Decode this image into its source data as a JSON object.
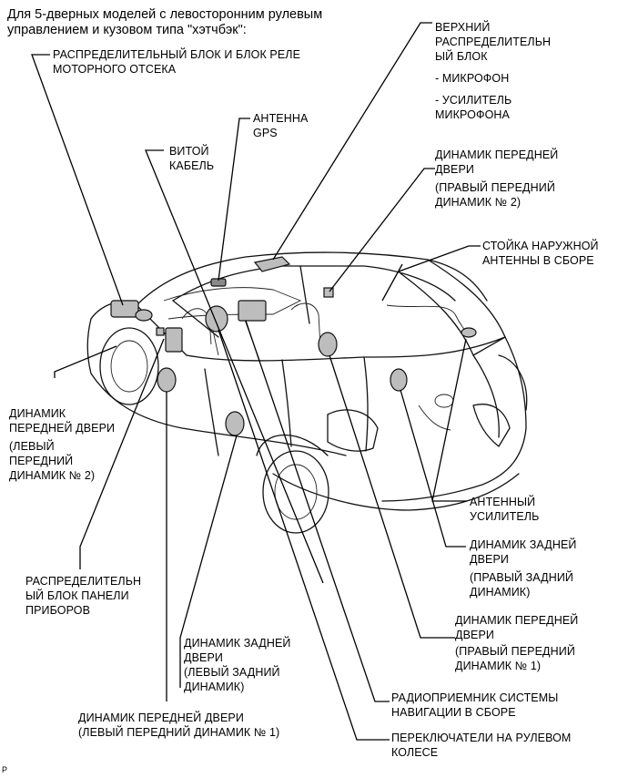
{
  "title": [
    "Для 5-дверных моделей с левосторонним рулевым",
    "управлением и кузовом типа \"хэтчбэк\":"
  ],
  "labels": {
    "engine_room_block": [
      "РАСПРЕДЕЛИТЕЛЬНЫЙ БЛОК И БЛОК РЕЛЕ",
      "МОТОРНОГО ОТСЕКА"
    ],
    "gps_antenna": [
      "АНТЕННА",
      "GPS"
    ],
    "spiral_cable": [
      "ВИТОЙ",
      "КАБЕЛЬ"
    ],
    "overhead_block": [
      "ВЕРХНИЙ",
      "РАСПРЕДЕЛИТЕЛЬН",
      "ЫЙ БЛОК"
    ],
    "microphone": "- МИКРОФОН",
    "mic_amplifier": [
      "- УСИЛИТЕЛЬ",
      "МИКРОФОНА"
    ],
    "front_door_speaker_right_2": [
      "ДИНАМИК ПЕРЕДНЕЙ",
      "ДВЕРИ"
    ],
    "front_door_speaker_right_2_note": [
      "(ПРАВЫЙ ПЕРЕДНИЙ",
      "ДИНАМИК № 2)"
    ],
    "outer_antenna_pole": [
      "СТОЙКА НАРУЖНОЙ",
      "АНТЕННЫ В СБОРЕ"
    ],
    "front_door_speaker_left_2": [
      "ДИНАМИК",
      "ПЕРЕДНЕЙ ДВЕРИ"
    ],
    "front_door_speaker_left_2_note": [
      "(ЛЕВЫЙ",
      "ПЕРЕДНИЙ",
      "ДИНАМИК № 2)"
    ],
    "antenna_amplifier": [
      "АНТЕННЫЙ",
      "УСИЛИТЕЛЬ"
    ],
    "rear_door_speaker_right": [
      "ДИНАМИК ЗАДНЕЙ",
      "ДВЕРИ"
    ],
    "rear_door_speaker_right_note": [
      "(ПРАВЫЙ ЗАДНИЙ",
      "ДИНАМИК)"
    ],
    "instrument_panel_block": [
      "РАСПРЕДЕЛИТЕЛЬН",
      "ЫЙ БЛОК ПАНЕЛИ",
      "ПРИБОРОВ"
    ],
    "front_door_speaker_right_1": [
      "ДИНАМИК ПЕРЕДНЕЙ",
      "ДВЕРИ"
    ],
    "front_door_speaker_right_1_note": [
      "(ПРАВЫЙ ПЕРЕДНИЙ",
      "ДИНАМИК № 1)"
    ],
    "rear_door_speaker_left": [
      "ДИНАМИК ЗАДНЕЙ",
      "ДВЕРИ"
    ],
    "rear_door_speaker_left_note": [
      "(ЛЕВЫЙ ЗАДНИЙ",
      "ДИНАМИК)"
    ],
    "nav_receiver": [
      "РАДИОПРИЕМНИК СИСТЕМЫ",
      "НАВИГАЦИИ В СБОРЕ"
    ],
    "front_door_speaker_left_1": "ДИНАМИК ПЕРЕДНЕЙ ДВЕРИ",
    "front_door_speaker_left_1_note": "(ЛЕВЫЙ ПЕРЕДНИЙ ДИНАМИК № 1)",
    "steering_switches": [
      "ПЕРЕКЛЮЧАТЕЛИ НА РУЛЕВОМ",
      "КОЛЕСЕ"
    ]
  },
  "corner_mark": "P"
}
